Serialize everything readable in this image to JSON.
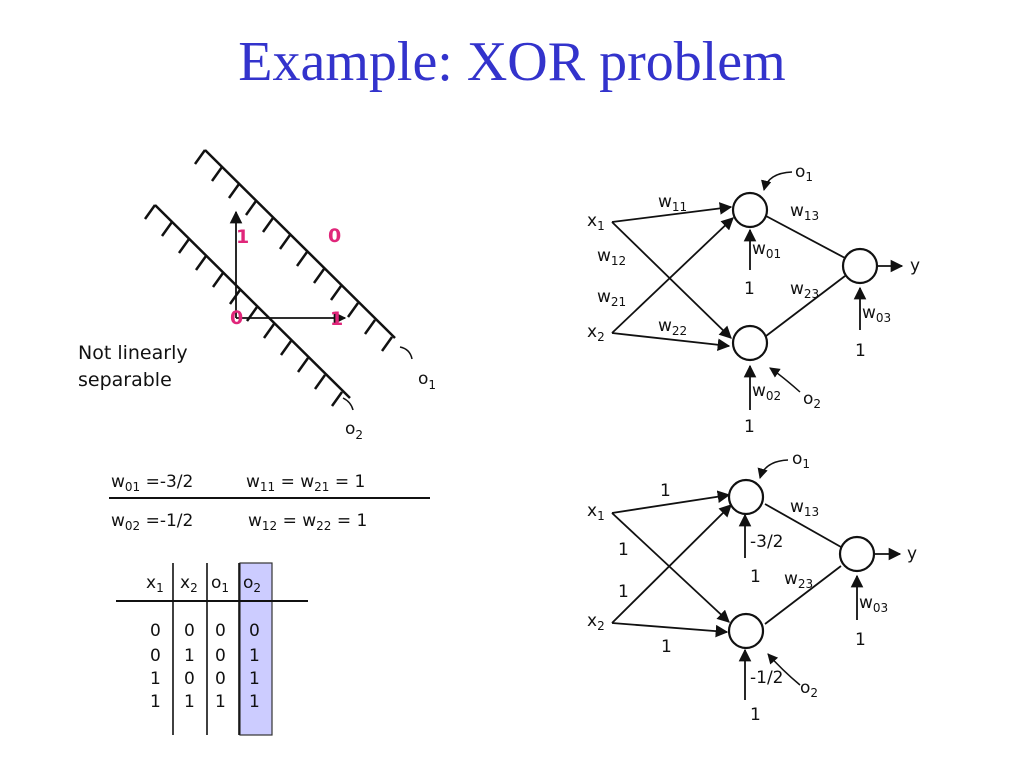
{
  "slide": {
    "title": "Example: XOR problem"
  },
  "plot": {
    "point_tl": "1",
    "point_tr": "0",
    "point_bl": "0",
    "point_br": "1",
    "note_line1": "Not linearly",
    "note_line2": "separable",
    "boundary1": {
      "base": "o",
      "sub": "1"
    },
    "boundary2": {
      "base": "o",
      "sub": "2"
    }
  },
  "weights": {
    "row1_left": {
      "base": "w",
      "sub": "01",
      "rest": " =-3/2"
    },
    "row1_right": {
      "w1": "w",
      "s1": "11",
      "mid": " = ",
      "w2": "w",
      "s2": "21",
      "rest": " = 1"
    },
    "row2_left": {
      "base": "w",
      "sub": "02",
      "rest": " =-1/2"
    },
    "row2_right": {
      "w1": "w",
      "s1": "12",
      "mid": " = ",
      "w2": "w",
      "s2": "22",
      "rest": " = 1"
    }
  },
  "truth_table": {
    "headers": [
      {
        "base": "x",
        "sub": "1"
      },
      {
        "base": "x",
        "sub": "2"
      },
      {
        "base": "o",
        "sub": "1"
      },
      {
        "base": "o",
        "sub": "2"
      }
    ],
    "rows": [
      [
        "0",
        "0",
        "0",
        "0"
      ],
      [
        "0",
        "1",
        "0",
        "1"
      ],
      [
        "1",
        "0",
        "0",
        "1"
      ],
      [
        "1",
        "1",
        "1",
        "1"
      ]
    ],
    "highlight_color": "#ccccff"
  },
  "network_top": {
    "x1": {
      "base": "x",
      "sub": "1"
    },
    "x2": {
      "base": "x",
      "sub": "2"
    },
    "w11": {
      "base": "w",
      "sub": "11"
    },
    "w12": {
      "base": "w",
      "sub": "12"
    },
    "w21": {
      "base": "w",
      "sub": "21"
    },
    "w22": {
      "base": "w",
      "sub": "22"
    },
    "w13": {
      "base": "w",
      "sub": "13"
    },
    "w23": {
      "base": "w",
      "sub": "23"
    },
    "w01": {
      "base": "w",
      "sub": "01"
    },
    "w02": {
      "base": "w",
      "sub": "02"
    },
    "w03": {
      "base": "w",
      "sub": "03"
    },
    "o1": {
      "base": "o",
      "sub": "1"
    },
    "o2": {
      "base": "o",
      "sub": "2"
    },
    "bias1": "1",
    "bias2": "1",
    "bias3": "1",
    "y": "y"
  },
  "network_bottom": {
    "x1": {
      "base": "x",
      "sub": "1"
    },
    "x2": {
      "base": "x",
      "sub": "2"
    },
    "w11": "1",
    "w12": "1",
    "w21": "1",
    "w22": "1",
    "w13": {
      "base": "w",
      "sub": "13"
    },
    "w23": {
      "base": "w",
      "sub": "23"
    },
    "w01": "-3/2",
    "w02": "-1/2",
    "w03": {
      "base": "w",
      "sub": "03"
    },
    "o1": {
      "base": "o",
      "sub": "1"
    },
    "o2": {
      "base": "o",
      "sub": "2"
    },
    "bias1": "1",
    "bias2": "1",
    "bias3": "1",
    "y": "y"
  }
}
